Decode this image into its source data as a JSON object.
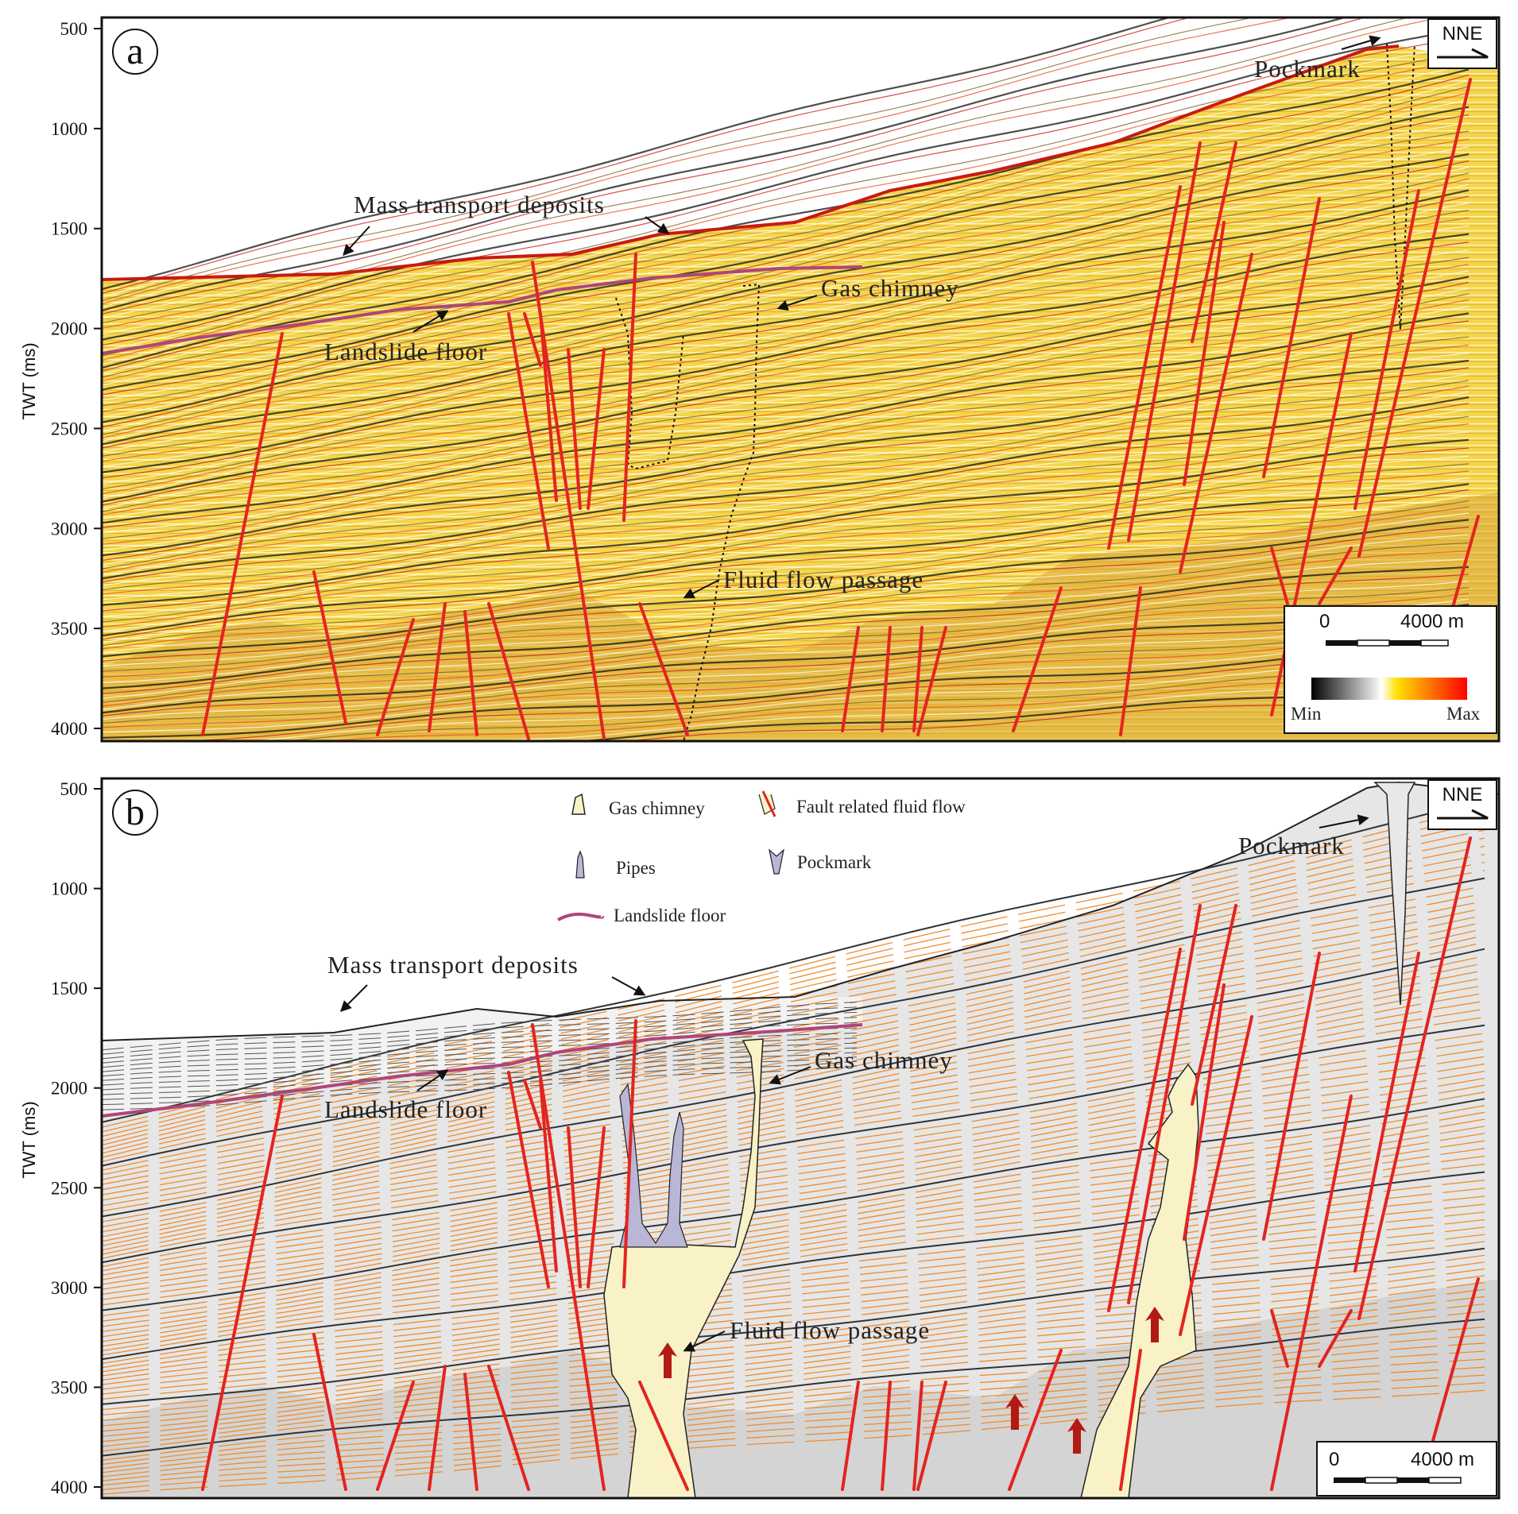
{
  "y_axis_label": "TWT (ms)",
  "y_ticks": [
    "500",
    "1000",
    "1500",
    "2000",
    "2500",
    "3000",
    "3500",
    "4000"
  ],
  "colors": {
    "fault": "#e32420",
    "landslide_floor": "#b0457a",
    "seismic_yellow": "#f5d64a",
    "horizon_orange": "#ee8c2e",
    "gas_chimney_fill": "#f8f2c6",
    "pipes_fill": "#b9b6d6",
    "panel_b_background": "#e6e6e6"
  },
  "panel_a": {
    "letter": "a",
    "direction": "NNE",
    "annotations": {
      "mtd": "Mass transport deposits",
      "gas_chimney": "Gas chimney",
      "landslide_floor": "Landslide floor",
      "fluid_flow": "Fluid flow passage",
      "pockmark": "Pockmark"
    },
    "scale": {
      "zero": "0",
      "distance": "4000 m"
    },
    "colorbar": {
      "min": "Min",
      "max": "Max"
    }
  },
  "panel_b": {
    "letter": "b",
    "direction": "NNE",
    "annotations": {
      "mtd": "Mass transport deposits",
      "gas_chimney": "Gas chimney",
      "landslide_floor": "Landslide floor",
      "fluid_flow": "Fluid flow passage",
      "pockmark": "Pockmark"
    },
    "legend": {
      "gas_chimney": "Gas chimney",
      "fault_flow": "Fault related fluid flow",
      "pipes": "Pipes",
      "pockmark": "Pockmark",
      "landslide_floor": "Landslide floor"
    },
    "scale": {
      "zero": "0",
      "distance": "4000 m"
    }
  }
}
